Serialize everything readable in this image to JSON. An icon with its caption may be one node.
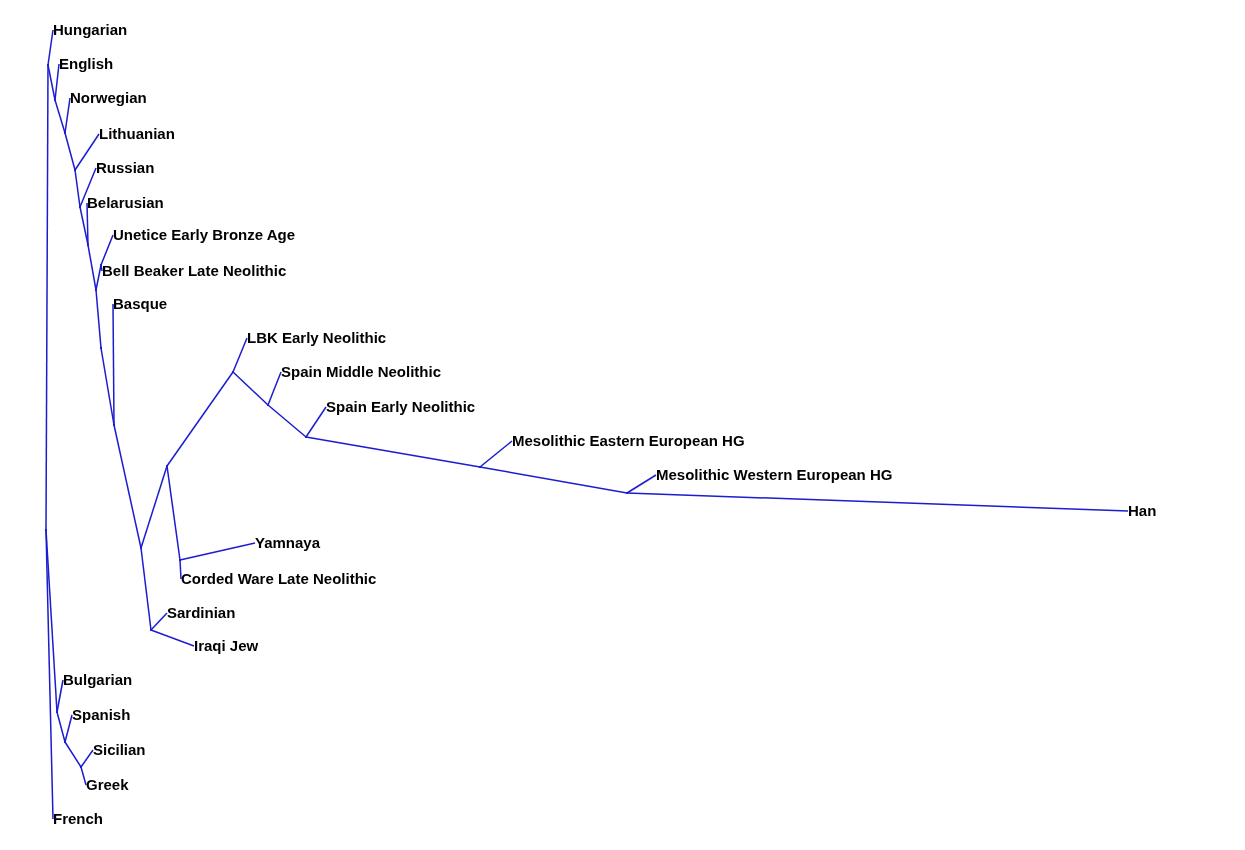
{
  "diagram": {
    "nodes": [
      {
        "text": [
          "Hungarian"
        ]
      },
      {
        "text": [
          "English"
        ]
      },
      {
        "text": [
          "Norwegian"
        ]
      },
      {
        "text": [
          "Lithuanian"
        ]
      },
      {
        "text": [
          "Russian"
        ]
      },
      {
        "text": [
          "Belarusian"
        ]
      },
      {
        "text": [
          "Unetice Early Bronze Age"
        ]
      },
      {
        "text": [
          "Bell Beaker Late Neolithic"
        ]
      },
      {
        "text": [
          "Basque"
        ]
      },
      {
        "text": [
          "LBK Early Neolithic"
        ]
      },
      {
        "text": [
          "Spain Middle Neolithic"
        ]
      },
      {
        "text": [
          "Spain Early Neolithic"
        ]
      },
      {
        "text": [
          "Mesolithic Eastern European HG"
        ]
      },
      {
        "text": [
          "Mesolithic Western European HG"
        ]
      },
      {
        "text": [
          "Han"
        ]
      },
      {
        "text": [
          "Yamnaya"
        ]
      },
      {
        "text": [
          "Corded Ware Late Neolithic"
        ]
      },
      {
        "text": [
          "Sardinian"
        ]
      },
      {
        "text": [
          "Iraqi Jew"
        ]
      },
      {
        "text": [
          "Bulgarian"
        ]
      },
      {
        "text": [
          "Spanish"
        ]
      },
      {
        "text": [
          "Sicilian"
        ]
      },
      {
        "text": [
          "Greek"
        ]
      },
      {
        "text": [
          "French"
        ]
      },
      {
        "text": [],
        "shape": "point"
      },
      {
        "text": [],
        "shape": "point"
      },
      {
        "text": [],
        "shape": "point"
      },
      {
        "text": [],
        "shape": "point"
      },
      {
        "text": [],
        "shape": "point"
      },
      {
        "text": [],
        "shape": "point"
      },
      {
        "text": [],
        "shape": "point"
      },
      {
        "text": [],
        "shape": "point"
      },
      {
        "text": [],
        "shape": "point"
      },
      {
        "text": [],
        "shape": "point"
      },
      {
        "text": [],
        "shape": "point"
      },
      {
        "text": [],
        "shape": "point"
      },
      {
        "text": [],
        "shape": "point"
      },
      {
        "text": [],
        "shape": "point"
      },
      {
        "text": [],
        "shape": "point"
      },
      {
        "text": [],
        "shape": "point"
      },
      {
        "text": [],
        "shape": "point"
      },
      {
        "text": [],
        "shape": "point"
      },
      {
        "text": [],
        "shape": "point"
      },
      {
        "text": [],
        "shape": "point"
      },
      {
        "text": [],
        "shape": "point"
      },
      {
        "text": [],
        "shape": "point"
      },
      {
        "text": [],
        "shape": "point"
      }
    ],
    "edges": [
      {
        "from": 24,
        "to": 0,
        "arrow": "none"
      },
      {
        "from": 24,
        "to": 25,
        "arrow": "none"
      },
      {
        "from": 24,
        "to": 43,
        "arrow": "none"
      },
      {
        "from": 25,
        "to": 1,
        "arrow": "none"
      },
      {
        "from": 25,
        "to": 26,
        "arrow": "none"
      },
      {
        "from": 26,
        "to": 2,
        "arrow": "none"
      },
      {
        "from": 26,
        "to": 27,
        "arrow": "none"
      },
      {
        "from": 27,
        "to": 3,
        "arrow": "none"
      },
      {
        "from": 27,
        "to": 28,
        "arrow": "none"
      },
      {
        "from": 28,
        "to": 4,
        "arrow": "none"
      },
      {
        "from": 28,
        "to": 29,
        "arrow": "none"
      },
      {
        "from": 29,
        "to": 5,
        "arrow": "none"
      },
      {
        "from": 29,
        "to": 30,
        "arrow": "none"
      },
      {
        "from": 30,
        "to": 31,
        "arrow": "none"
      },
      {
        "from": 30,
        "to": 32,
        "arrow": "none"
      },
      {
        "from": 31,
        "to": 6,
        "arrow": "none"
      },
      {
        "from": 31,
        "to": 7,
        "arrow": "none"
      },
      {
        "from": 32,
        "to": 33,
        "arrow": "none"
      },
      {
        "from": 33,
        "to": 8,
        "arrow": "none"
      },
      {
        "from": 33,
        "to": 34,
        "arrow": "none"
      },
      {
        "from": 34,
        "to": 35,
        "arrow": "none"
      },
      {
        "from": 34,
        "to": 42,
        "arrow": "none"
      },
      {
        "from": 35,
        "to": 36,
        "arrow": "none"
      },
      {
        "from": 35,
        "to": 41,
        "arrow": "none"
      },
      {
        "from": 36,
        "to": 9,
        "arrow": "none"
      },
      {
        "from": 36,
        "to": 37,
        "arrow": "none"
      },
      {
        "from": 37,
        "to": 10,
        "arrow": "none"
      },
      {
        "from": 37,
        "to": 38,
        "arrow": "none"
      },
      {
        "from": 38,
        "to": 11,
        "arrow": "none"
      },
      {
        "from": 38,
        "to": 39,
        "arrow": "none"
      },
      {
        "from": 39,
        "to": 12,
        "arrow": "none"
      },
      {
        "from": 39,
        "to": 40,
        "arrow": "none"
      },
      {
        "from": 40,
        "to": 13,
        "arrow": "none"
      },
      {
        "from": 40,
        "to": 14,
        "arrow": "none"
      },
      {
        "from": 41,
        "to": 15,
        "arrow": "none"
      },
      {
        "from": 41,
        "to": 16,
        "arrow": "none"
      },
      {
        "from": 42,
        "to": 17,
        "arrow": "none"
      },
      {
        "from": 42,
        "to": 18,
        "arrow": "none"
      },
      {
        "from": 43,
        "to": 23,
        "arrow": "none"
      },
      {
        "from": 43,
        "to": 44,
        "arrow": "none"
      },
      {
        "from": 44,
        "to": 19,
        "arrow": "none"
      },
      {
        "from": 44,
        "to": 45,
        "arrow": "none"
      },
      {
        "from": 45,
        "to": 20,
        "arrow": "none"
      },
      {
        "from": 45,
        "to": 46,
        "arrow": "none"
      },
      {
        "from": 46,
        "to": 21,
        "arrow": "none"
      },
      {
        "from": 46,
        "to": 22,
        "arrow": "none"
      }
    ]
  }
}
